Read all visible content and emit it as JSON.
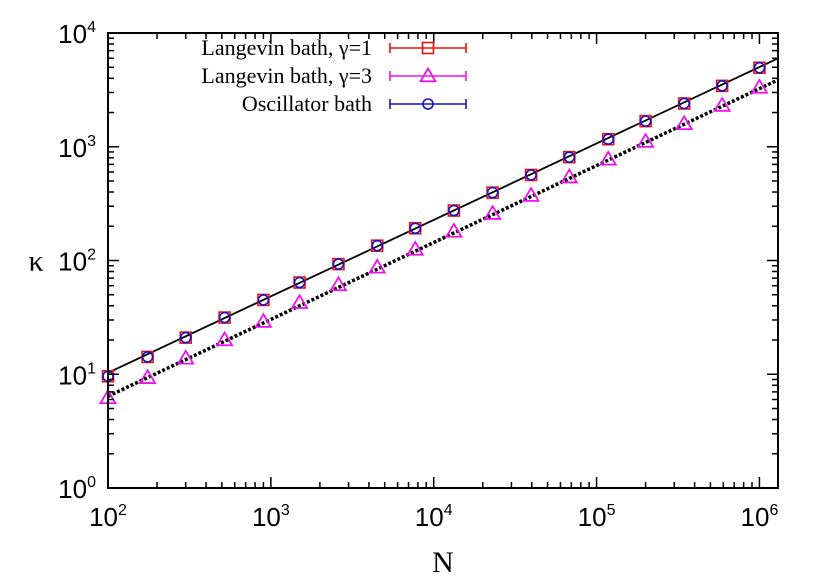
{
  "chart_data": {
    "type": "scatter",
    "x_scale": "log",
    "y_scale": "log",
    "xlim": [
      100,
      1300000
    ],
    "ylim": [
      1,
      10000
    ],
    "xlabel": "N",
    "ylabel": "κ",
    "x_ticks": [
      100,
      1000,
      10000,
      100000,
      1000000
    ],
    "y_ticks": [
      1,
      10,
      100,
      1000,
      10000
    ],
    "x_tick_labels": [
      {
        "base": "10",
        "exp": "2"
      },
      {
        "base": "10",
        "exp": "3"
      },
      {
        "base": "10",
        "exp": "4"
      },
      {
        "base": "10",
        "exp": "5"
      },
      {
        "base": "10",
        "exp": "6"
      }
    ],
    "y_tick_labels": [
      {
        "base": "10",
        "exp": "0"
      },
      {
        "base": "10",
        "exp": "1"
      },
      {
        "base": "10",
        "exp": "2"
      },
      {
        "base": "10",
        "exp": "3"
      },
      {
        "base": "10",
        "exp": "4"
      }
    ],
    "grid": false,
    "legend_position": "top-left",
    "x": [
      100,
      175,
      300,
      520,
      900,
      1500,
      2600,
      4500,
      7700,
      13300,
      23000,
      39600,
      68000,
      118000,
      200000,
      345000,
      590000,
      1000000
    ],
    "series": [
      {
        "name": "Langevin bath, γ=1",
        "marker": "square",
        "color": "#ee1111",
        "values": [
          9.6,
          14.2,
          21,
          31.5,
          45,
          64,
          93,
          135,
          192,
          275,
          395,
          565,
          810,
          1165,
          1680,
          2400,
          3430,
          4950
        ]
      },
      {
        "name": "Langevin bath, γ=3",
        "marker": "triangle",
        "color": "#ee11ee",
        "values": [
          6.2,
          9.3,
          13.8,
          20,
          29,
          42.5,
          61,
          87,
          125,
          180,
          258,
          372,
          540,
          775,
          1110,
          1590,
          2300,
          3320
        ]
      },
      {
        "name": "Oscillator bath",
        "marker": "circle",
        "color": "#1111cc",
        "values": [
          9.6,
          14.2,
          21,
          31.5,
          45,
          64,
          93,
          135,
          192,
          275,
          395,
          565,
          810,
          1165,
          1680,
          2400,
          3430,
          4950
        ]
      }
    ],
    "fit_lines": [
      {
        "style": "solid",
        "color": "#000000",
        "x": [
          100,
          1300000
        ],
        "values": [
          10.3,
          5990
        ]
      },
      {
        "style": "dotted",
        "color": "#000000",
        "x": [
          100,
          1300000
        ],
        "values": [
          6.4,
          3870
        ]
      }
    ]
  }
}
